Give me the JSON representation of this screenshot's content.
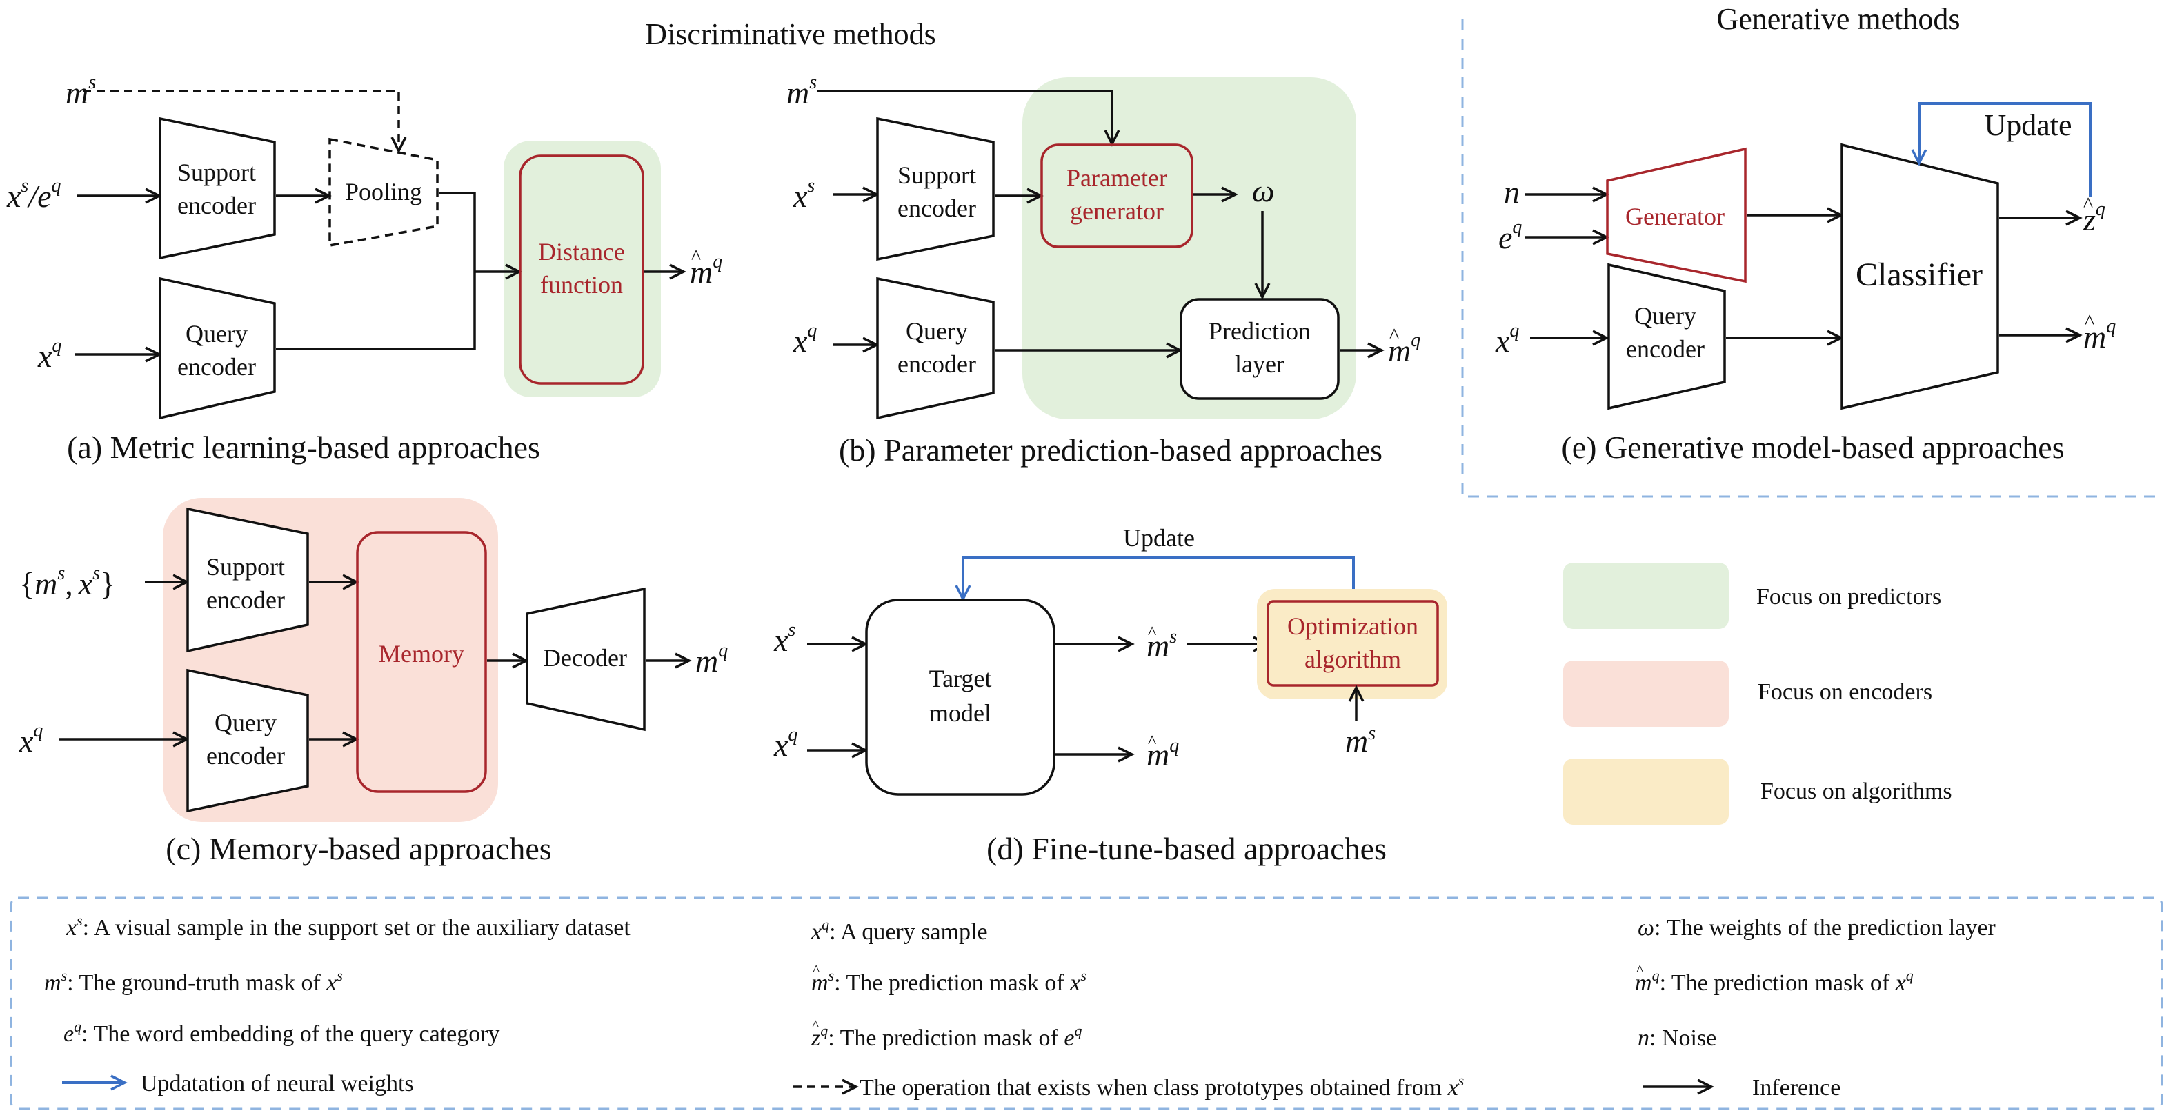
{
  "sections": {
    "discriminative": "Discriminative methods",
    "generative": "Generative methods"
  },
  "captions": {
    "a": "(a) Metric learning-based approaches",
    "b": "(b) Parameter prediction-based approaches",
    "c": "(c) Memory-based approaches",
    "d": "(d) Fine-tune-based approaches",
    "e": "(e) Generative model-based approaches"
  },
  "blocks": {
    "support_encoder": [
      "Support",
      "encoder"
    ],
    "query_encoder": [
      "Query",
      "encoder"
    ],
    "pooling": "Pooling",
    "distance_function": [
      "Distance",
      "function"
    ],
    "parameter_generator": [
      "Parameter",
      "generator"
    ],
    "prediction_layer": [
      "Prediction",
      "layer"
    ],
    "memory": "Memory",
    "decoder": "Decoder",
    "target_model": [
      "Target",
      "model"
    ],
    "optimization_algorithm": [
      "Optimization",
      "algorithm"
    ],
    "generator": "Generator",
    "classifier": "Classifier",
    "update": "Update"
  },
  "symbols": {
    "m": "m",
    "x": "x",
    "e": "e",
    "n": "n",
    "z": "z",
    "omega": "ω",
    "s": "s",
    "q": "q",
    "hat": "^",
    "slash": "/",
    "set_open": "{",
    "set_sep": ",",
    "set_close": "}"
  },
  "focus_legend": [
    {
      "label": "Focus on predictors",
      "color": "#e2f0dc"
    },
    {
      "label": "Focus on encoders",
      "color": "#fae0d8"
    },
    {
      "label": "Focus on algorithms",
      "color": "#faebc6"
    }
  ],
  "legend": {
    "xs_desc": ": A visual sample in the support set or the auxiliary dataset",
    "xq_desc": ": A query sample",
    "omega_desc": ": The weights of the prediction layer",
    "ms_desc": ": The ground-truth mask of ",
    "mhs_desc": ": The prediction mask of ",
    "mhq_desc": ": The prediction mask of ",
    "eq_desc": ": The word embedding of the query category",
    "zq_desc": ": The prediction mask of ",
    "n_desc": ": Noise",
    "update_desc": "Updatation of neural weights",
    "dashed_desc": "The operation that exists when class prototypes obtained from ",
    "inference_desc": "Inference"
  },
  "colors": {
    "accent_red": "#a8262c",
    "update_blue": "#3a6fc4",
    "separator_blue": "#8fb4e0"
  }
}
